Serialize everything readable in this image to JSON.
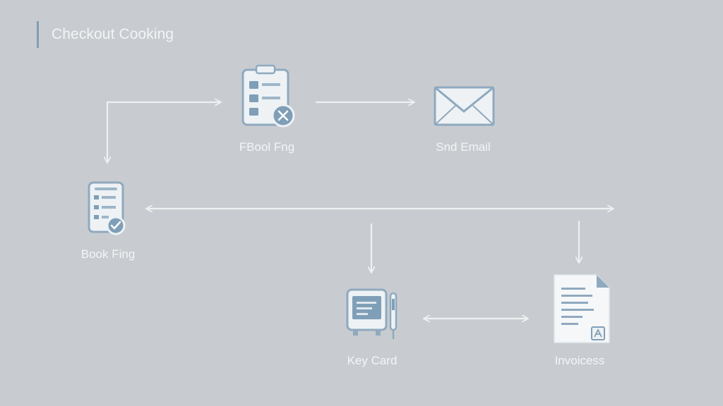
{
  "header": {
    "title": "Checkout Cooking"
  },
  "nodes": {
    "fbool": {
      "label": "FBool Fng",
      "icon": "clipboard-x-icon"
    },
    "email": {
      "label": "Snd Email",
      "icon": "envelope-icon"
    },
    "book": {
      "label": "Book Fing",
      "icon": "clipboard-check-icon"
    },
    "keycard": {
      "label": "Key Card",
      "icon": "keycard-machine-icon"
    },
    "invoice": {
      "label": "Invoicess",
      "icon": "invoice-document-icon"
    }
  },
  "colors": {
    "background": "#c8ccd0",
    "arrow": "#eef0f2",
    "icon_fill": "#eef2f5",
    "icon_accent": "#7f9fb8",
    "icon_stroke": "#8fa9bf"
  }
}
